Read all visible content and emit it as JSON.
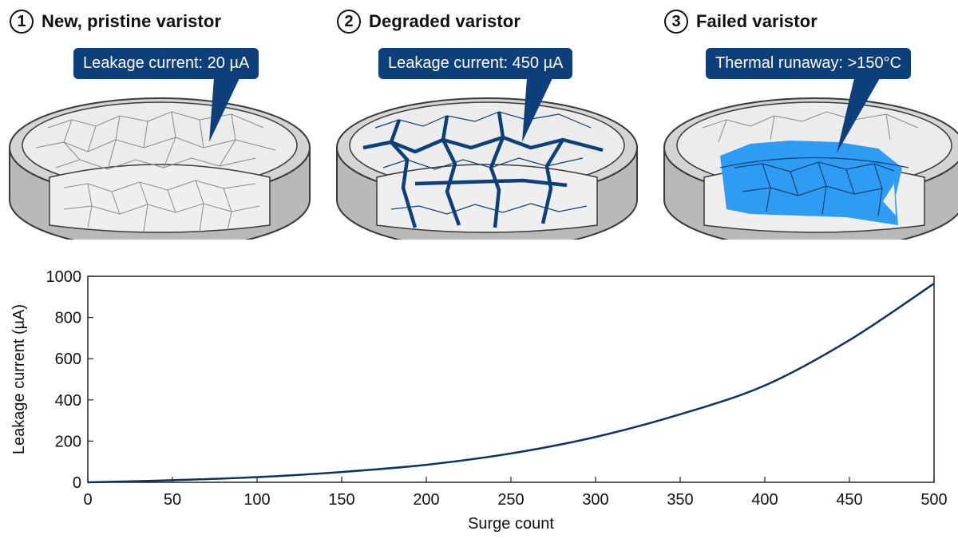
{
  "panels": [
    {
      "number": "1",
      "title": "New, pristine varistor",
      "callout": "Leakage current: 20 µA"
    },
    {
      "number": "2",
      "title": "Degraded varistor",
      "callout": "Leakage current: 450 µA"
    },
    {
      "number": "3",
      "title": "Failed varistor",
      "callout": "Thermal runaway: >150°C"
    }
  ],
  "colors": {
    "callout_bg": "#0d3f7a",
    "crack": "#0d3f7a",
    "hotspot": "#2f9cf4",
    "disk_face": "#ececec",
    "grain_line": "#8a8a8a",
    "curve": "#0d3460"
  },
  "chart_data": {
    "type": "line",
    "xlabel": "Surge count",
    "ylabel": "Leakage current (µA)",
    "xlim": [
      0,
      500
    ],
    "ylim": [
      0,
      1000
    ],
    "xticks": [
      0,
      50,
      100,
      150,
      200,
      250,
      300,
      350,
      400,
      450,
      500
    ],
    "yticks": [
      0,
      200,
      400,
      600,
      800,
      1000
    ],
    "grid": false,
    "series": [
      {
        "x": [
          0,
          50,
          100,
          150,
          200,
          250,
          300,
          350,
          400,
          450,
          500
        ],
        "y": [
          0,
          10,
          25,
          50,
          85,
          140,
          220,
          330,
          470,
          690,
          965
        ]
      }
    ]
  }
}
